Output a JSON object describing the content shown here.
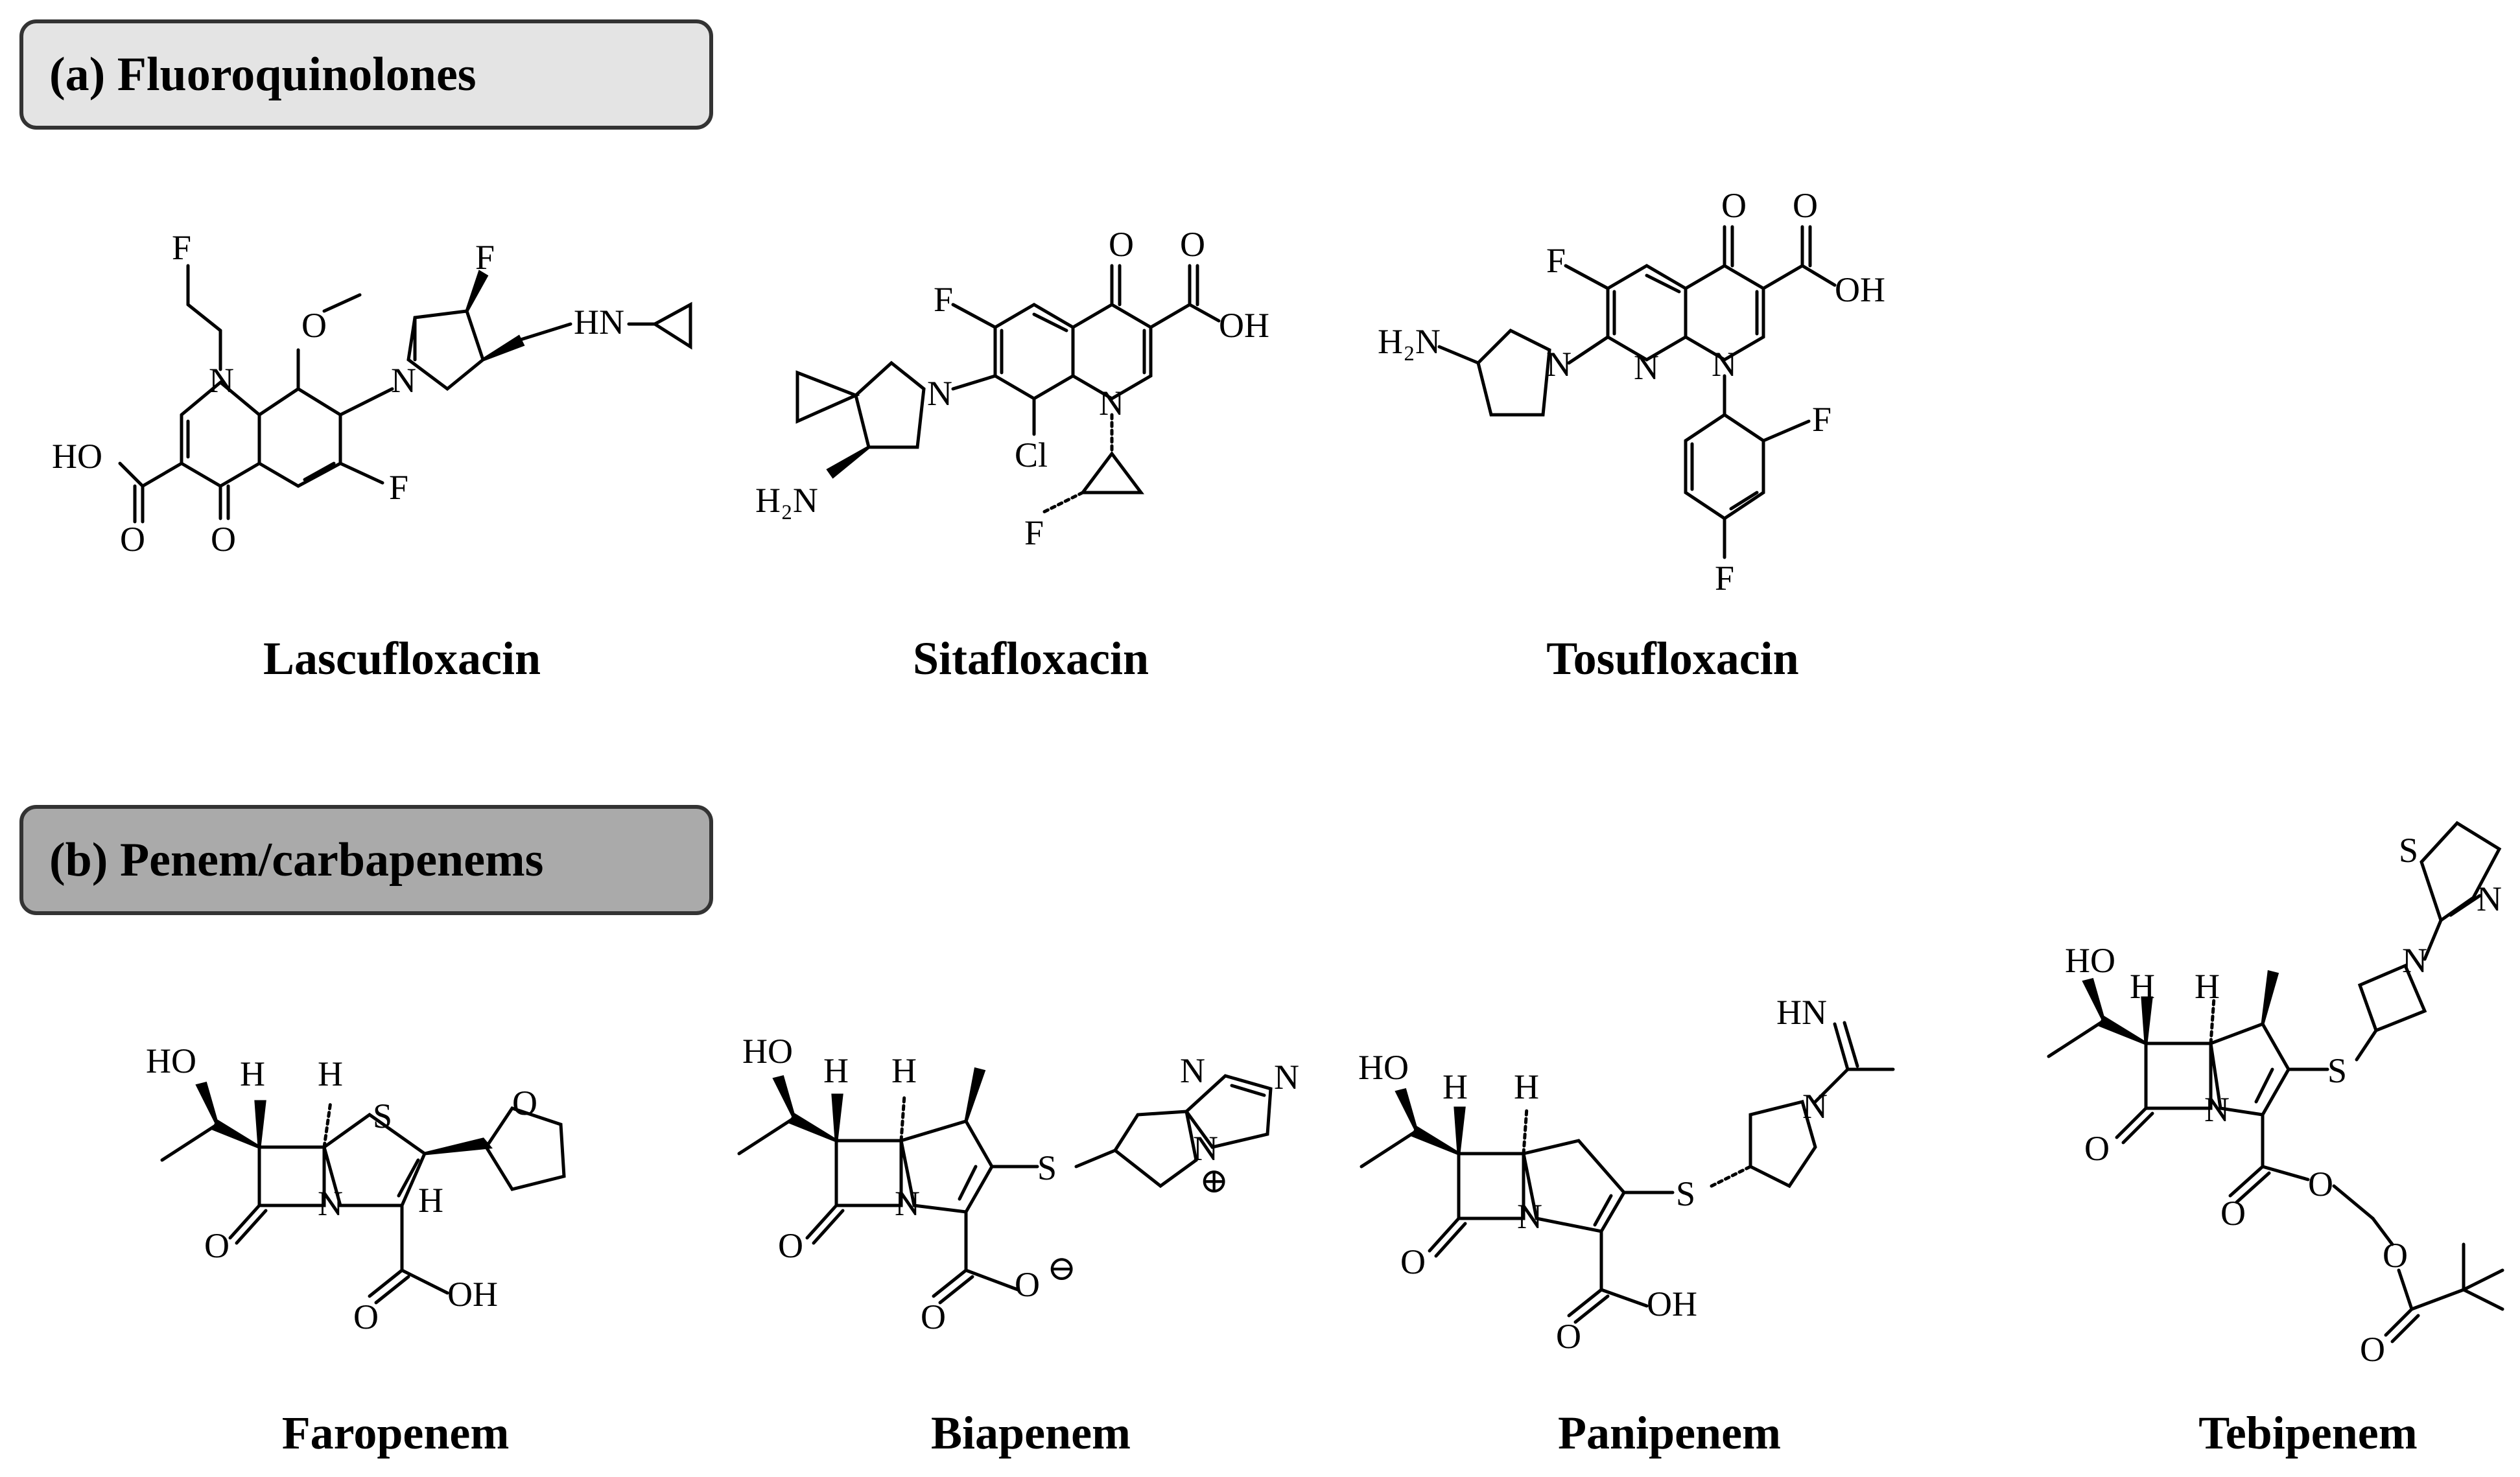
{
  "sections": [
    {
      "label": "(a) Fluoroquinolones"
    },
    {
      "label": "(b) Penem/carbapenems"
    }
  ],
  "compounds": [
    {
      "name": "Lascufloxacin"
    },
    {
      "name": "Sitafloxacin"
    },
    {
      "name": "Tosufloxacin"
    },
    {
      "name": "Faropenem"
    },
    {
      "name": "Biapenem"
    },
    {
      "name": "Panipenem"
    },
    {
      "name": "Tebipenem"
    }
  ],
  "atom_labels": {
    "F": "F",
    "O": "O",
    "N": "N",
    "S": "S",
    "H": "H",
    "HO": "HO",
    "OH": "OH",
    "HN": "HN",
    "H2N": "H₂N",
    "Cl": "Cl",
    "plus": "⊕",
    "minus": "⊖"
  }
}
